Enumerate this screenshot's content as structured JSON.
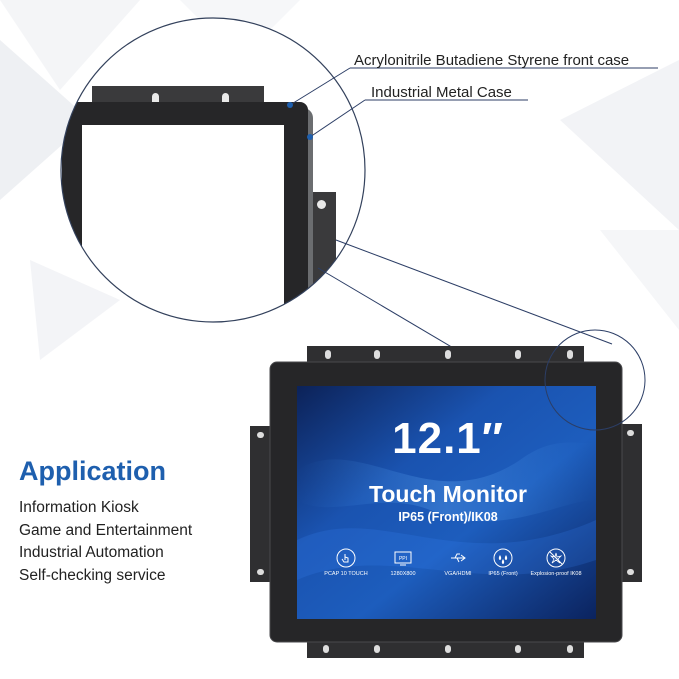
{
  "callouts": {
    "front_case": "Acrylonitrile Butadiene Styrene front case",
    "metal_case": "Industrial Metal Case"
  },
  "application": {
    "title": "Application",
    "items": [
      "Information Kiosk",
      "Game and Entertainment",
      "Industrial Automation",
      "Self-checking service"
    ]
  },
  "screen": {
    "size": "12.1″",
    "title": "Touch Monitor",
    "subtitle": "IP65 (Front)/IK08",
    "features": [
      {
        "icon": "touch-icon",
        "label": "PCAP 10 TOUCH"
      },
      {
        "icon": "ppi-icon",
        "label": "1280X800",
        "badge": "PPI"
      },
      {
        "icon": "usb-icon",
        "label": "VGA/HDMI"
      },
      {
        "icon": "water-drops-icon",
        "label": "IP65 (Front)"
      },
      {
        "icon": "explosion-proof-icon",
        "label": "Explosion-proof IK08"
      }
    ]
  },
  "colors": {
    "accent_blue": "#1e5fae",
    "screen_blue": "#1a4fa0",
    "bezel": "#2b2b2d"
  }
}
